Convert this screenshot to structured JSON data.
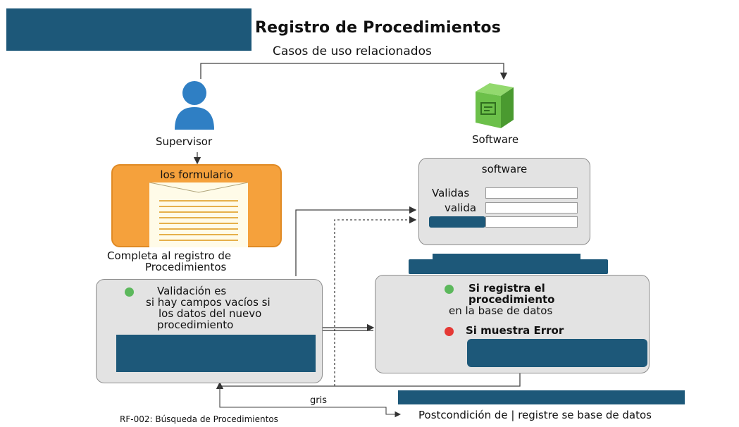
{
  "header": {
    "title": "Registro de Procedimientos",
    "subtitle": "Casos de uso relacionados"
  },
  "actors": {
    "supervisor": "Supervisor",
    "software": "Software"
  },
  "form_card": {
    "title": "los formulario",
    "caption_line1": "Completa al registro de",
    "caption_line2": "Procedimientos"
  },
  "software_panel": {
    "title": "software",
    "field1_label": "Validas",
    "field2_label": "valida"
  },
  "validation_panel": {
    "line1": "Validación es",
    "line2": "si hay campos vacíos si",
    "line3": "los datos del nuevo",
    "line4": "procedimiento"
  },
  "result_panel": {
    "line1": "Si registra el",
    "line2": "procedimiento",
    "line3": "en la base de datos",
    "error": "Si muestra Error"
  },
  "bottom": {
    "gris": "gris",
    "postcondition": "Postcondición de | registre se base de datos",
    "reference": "RF-002: Búsqueda de Procedimientos"
  },
  "colors": {
    "redaction": "#1d5879",
    "orange": "#f5a13c",
    "green": "#5cb85c",
    "red": "#e53935",
    "person_blue": "#2f7fc4",
    "server_green": "#6cc04a"
  }
}
